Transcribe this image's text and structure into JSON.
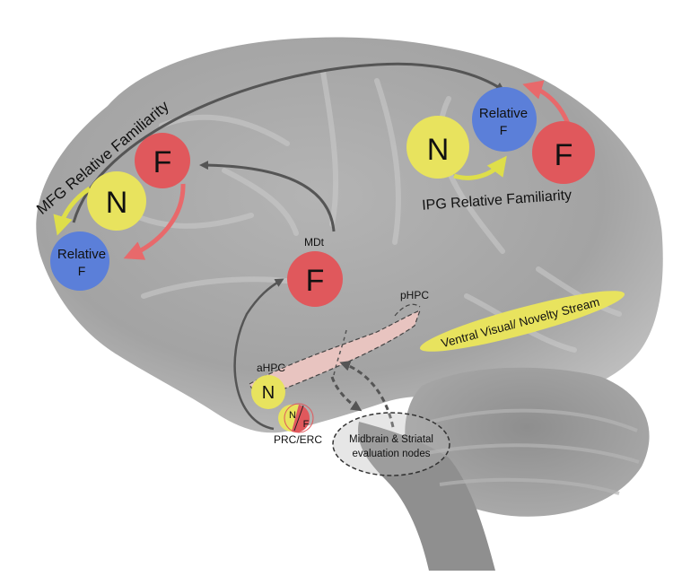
{
  "colors": {
    "familiarity_node": "#e0585c",
    "novelty_node": "#e8e35e",
    "relative_familiarity_node": "#5b7fd9",
    "familiarity_arrow": "#e8696b",
    "novelty_arrow": "#dede4a",
    "pathway_arrow": "#555555",
    "hippocampus_fill": "#e8c4c0",
    "brain_gray": "#9b9b9b"
  },
  "region_labels": {
    "mfg": "MFG Relative Familiarity",
    "ipg": "IPG Relative Familiarity",
    "mdt": "MDt",
    "phpc": "pHPC",
    "ahpc": "aHPC",
    "prc_erc": "PRC/ERC",
    "ventral_stream": "Ventral Visual/ Novelty Stream"
  },
  "nodes": {
    "mfg_f": "F",
    "mfg_n": "N",
    "mfg_relative_line1": "Relative",
    "mfg_relative_line2": "F",
    "ipg_relative_line1": "Relative",
    "ipg_relative_line2": "F",
    "ipg_n": "N",
    "ipg_f": "F",
    "mdt_f": "F",
    "ahpc_n": "N",
    "prc_n": "N",
    "prc_f": "F"
  },
  "evaluation_node": {
    "line1": "Midbrain & Striatal",
    "line2": "evaluation nodes"
  }
}
